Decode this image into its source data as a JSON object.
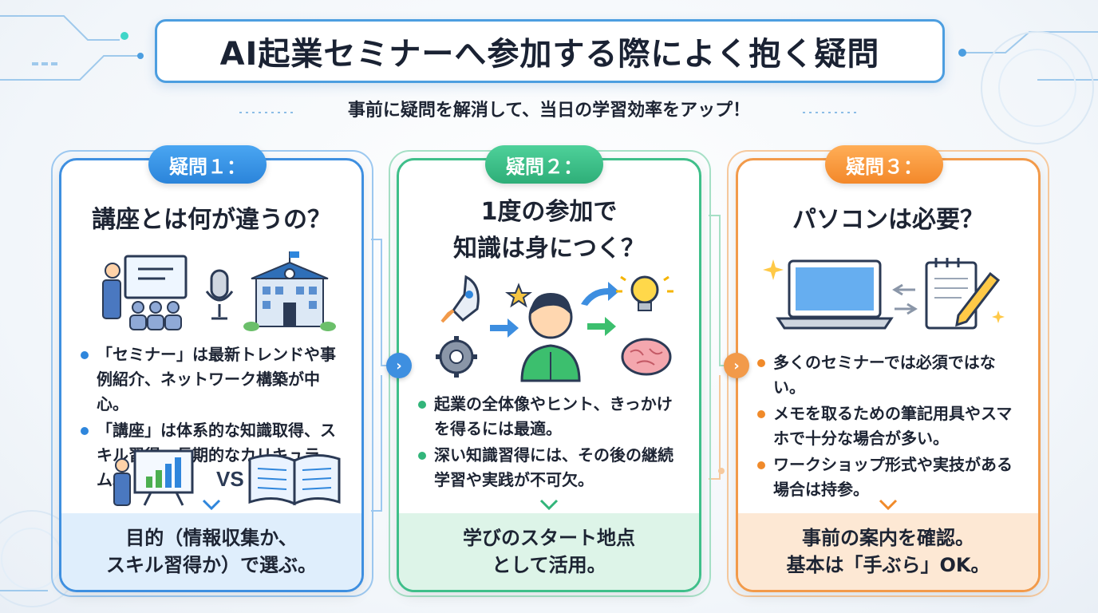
{
  "title": "AI起業セミナーへ参加する際によく抱く疑問",
  "subtitle": "事前に疑問を解消して、当日の学習効率をアップ！",
  "colors": {
    "blue": "#2f86dc",
    "green": "#32b57a",
    "orange": "#f08a2a"
  },
  "cards": [
    {
      "badge": "疑問１：",
      "question_lines": [
        "講座とは何が違うの？"
      ],
      "illustration_icons": [
        "presenter-audience-icon",
        "microphone-icon",
        "school-building-icon",
        "chart-presentation-icon",
        "open-book-icon"
      ],
      "vs_label": "VS",
      "bullets": [
        "「セミナー」は最新トレンドや事例紹介、ネットワーク構築が中心。",
        "「講座」は体系的な知識取得、スキル習得、長期的なカリキュラム。"
      ],
      "footer_lines": [
        "目的（情報収集か、",
        "スキル習得か）で選ぶ。"
      ]
    },
    {
      "badge": "疑問２：",
      "question_lines": [
        "1度の参加で",
        "知識は身につく？"
      ],
      "illustration_icons": [
        "rocket-icon",
        "gear-icon",
        "star-icon",
        "person-icon",
        "lightbulb-icon",
        "brain-icon",
        "arrow-icon"
      ],
      "bullets": [
        "起業の全体像やヒント、きっかけを得るには最適。",
        "深い知識習得には、その後の継続学習や実践が不可欠。"
      ],
      "footer_lines": [
        "学びのスタート地点",
        "として活用。"
      ]
    },
    {
      "badge": "疑問３：",
      "question_lines": [
        "パソコンは必要？"
      ],
      "illustration_icons": [
        "laptop-icon",
        "swap-arrows-icon",
        "notepad-pencil-icon",
        "sparkle-icon"
      ],
      "bullets": [
        "多くのセミナーでは必須ではない。",
        "メモを取るための筆記用具やスマホで十分な場合が多い。",
        "ワークショップ形式や実技がある場合は持参。"
      ],
      "footer_lines": [
        "事前の案内を確認。",
        "基本は「手ぶら」OK。"
      ]
    }
  ]
}
